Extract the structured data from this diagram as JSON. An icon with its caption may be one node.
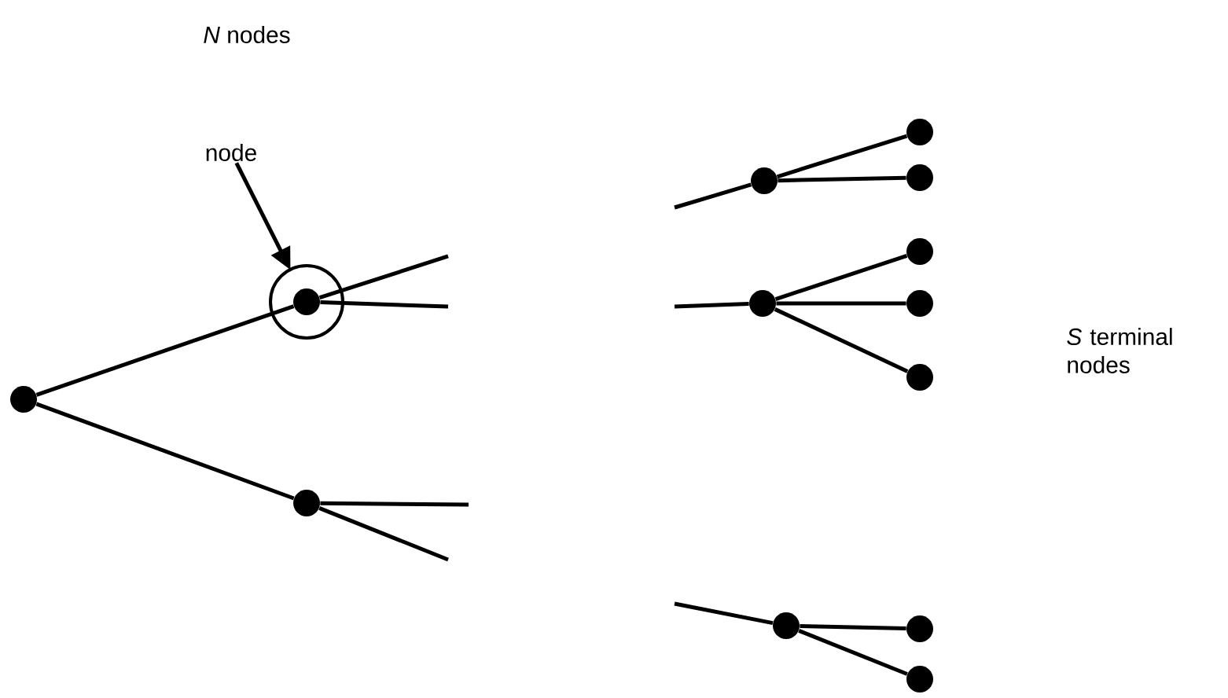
{
  "diagram": {
    "nodes": [
      {
        "text": [],
        "shape": "circle"
      },
      {
        "text": [],
        "shape": "circle"
      },
      {
        "text": [],
        "shape": "circle"
      },
      {
        "text": [],
        "shape": "circle"
      },
      {
        "text": [],
        "shape": "circle"
      },
      {
        "text": [],
        "shape": "circle"
      },
      {
        "text": [],
        "shape": "circle"
      },
      {
        "text": [],
        "shape": "circle"
      },
      {
        "text": [],
        "shape": "circle"
      },
      {
        "text": [],
        "shape": "circle"
      },
      {
        "text": [],
        "shape": "circle"
      },
      {
        "text": [],
        "shape": "circle"
      },
      {
        "text": [],
        "shape": "circle"
      },
      {
        "text": [
          "node"
        ]
      }
    ],
    "edges": [
      {
        "from": 0,
        "to": 1,
        "arrow": "none"
      },
      {
        "from": 0,
        "to": 2,
        "arrow": "none"
      },
      {
        "from": 1,
        "to": null,
        "arrow": "none"
      },
      {
        "from": 1,
        "to": null,
        "arrow": "none"
      },
      {
        "from": 2,
        "to": null,
        "arrow": "none"
      },
      {
        "from": 2,
        "to": null,
        "arrow": "none"
      },
      {
        "from": null,
        "to": 3,
        "arrow": "none"
      },
      {
        "from": 3,
        "to": 4,
        "arrow": "none"
      },
      {
        "from": 3,
        "to": 5,
        "arrow": "none"
      },
      {
        "from": null,
        "to": 6,
        "arrow": "none"
      },
      {
        "from": 6,
        "to": 7,
        "arrow": "none"
      },
      {
        "from": 6,
        "to": 8,
        "arrow": "none"
      },
      {
        "from": 6,
        "to": 9,
        "arrow": "none"
      },
      {
        "from": null,
        "to": 10,
        "arrow": "none"
      },
      {
        "from": 10,
        "to": 11,
        "arrow": "none"
      },
      {
        "from": 10,
        "to": 12,
        "arrow": "none"
      },
      {
        "from": 13,
        "to": 1,
        "arrow": "to"
      }
    ],
    "labels": [
      "*N* nodes",
      "*S* terminal nodes"
    ]
  }
}
